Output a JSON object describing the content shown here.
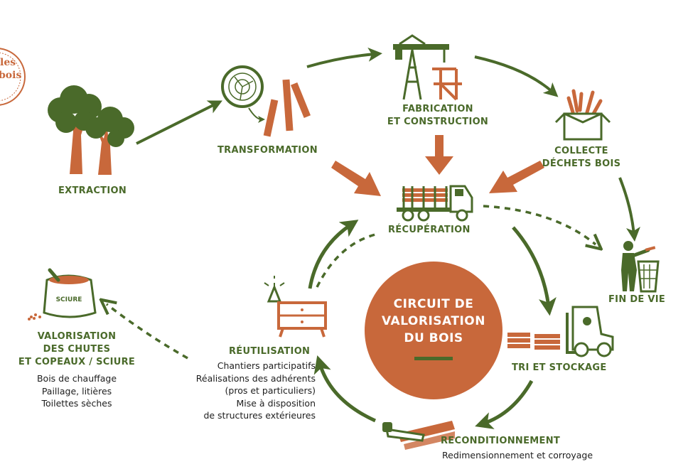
{
  "colors": {
    "green": "#4a6a2a",
    "orange": "#c8683b",
    "text": "#1d1d1d"
  },
  "logo": {
    "text": "les bois"
  },
  "center": {
    "title_lines": [
      "CIRCUIT DE",
      "VALORISATION",
      "DU BOIS"
    ]
  },
  "nodes": {
    "extraction": {
      "label": "EXTRACTION",
      "icon": "trees-icon"
    },
    "transformation": {
      "label": "TRANSFORMATION",
      "icon": "log-and-planks-icon"
    },
    "fabrication": {
      "label_lines": [
        "FABRICATION",
        "ET CONSTRUCTION"
      ],
      "icon": "crane-icon"
    },
    "collecte": {
      "label_lines": [
        "COLLECTE",
        "DÉCHETS BOIS"
      ],
      "icon": "box-of-wood-icon"
    },
    "recuperation": {
      "label": "RÉCUPÉRATION",
      "icon": "log-truck-icon"
    },
    "fin_de_vie": {
      "label": "FIN DE VIE",
      "icon": "person-bin-icon"
    },
    "tri": {
      "label": "TRI ET STOCKAGE",
      "icon": "forklift-icon"
    },
    "reconditionnement": {
      "label": "RECONDITIONNEMENT",
      "desc": "Redimensionnement et corroyage",
      "icon": "saw-icon"
    },
    "reutilisation": {
      "label": "RÉUTILISATION",
      "desc_lines": [
        "Chantiers participatifs",
        "Réalisations des adhérents",
        "(pros et particuliers)",
        "Mise à disposition",
        "de structures extérieures"
      ],
      "icon": "dresser-lamp-icon"
    },
    "valorisation": {
      "label_lines": [
        "VALORISATION",
        "DES CHUTES",
        "ET COPEAUX / SCIURE"
      ],
      "desc_lines": [
        "Bois de chauffage",
        "Paillage, litières",
        "Toilettes sèches"
      ],
      "icon": "sawdust-sack-icon",
      "sack_label": "SCIURE"
    }
  }
}
